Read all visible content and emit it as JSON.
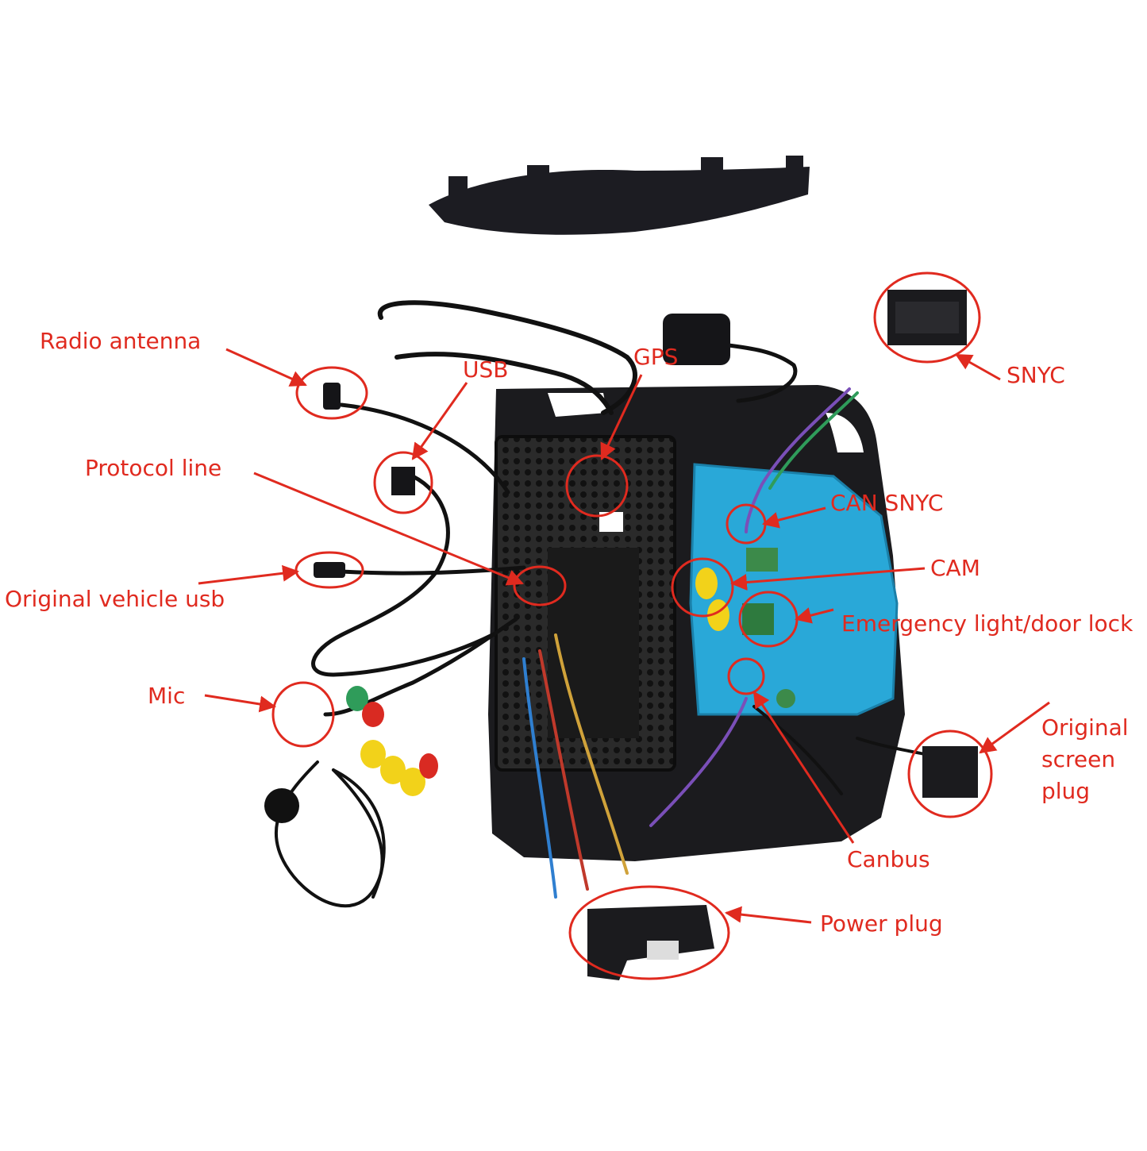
{
  "colors": {
    "annotation": "#e02a1f",
    "panel_blue": "#29a8d8",
    "frame_black": "#1a1a1a",
    "rca_yellow": "#f2d21a",
    "rca_red": "#d92a22",
    "rca_green": "#2f9c5a"
  },
  "callouts": [
    {
      "id": "radio-antenna",
      "label": "Radio antenna"
    },
    {
      "id": "usb",
      "label": "USB"
    },
    {
      "id": "gps",
      "label": "GPS"
    },
    {
      "id": "snyc",
      "label": "SNYC"
    },
    {
      "id": "protocol-line",
      "label": "Protocol line"
    },
    {
      "id": "can-snyc",
      "label": "CAN SNYC"
    },
    {
      "id": "cam",
      "label": "CAM"
    },
    {
      "id": "original-vehicle-usb",
      "label": "Original vehicle usb"
    },
    {
      "id": "emergency-light-door-lock",
      "label": "Emergency light/door lock"
    },
    {
      "id": "mic",
      "label": "Mic"
    },
    {
      "id": "original-screen-plug",
      "label": "Original screen plug"
    },
    {
      "id": "canbus",
      "label": "Canbus"
    },
    {
      "id": "power-plug",
      "label": "Power plug"
    }
  ]
}
